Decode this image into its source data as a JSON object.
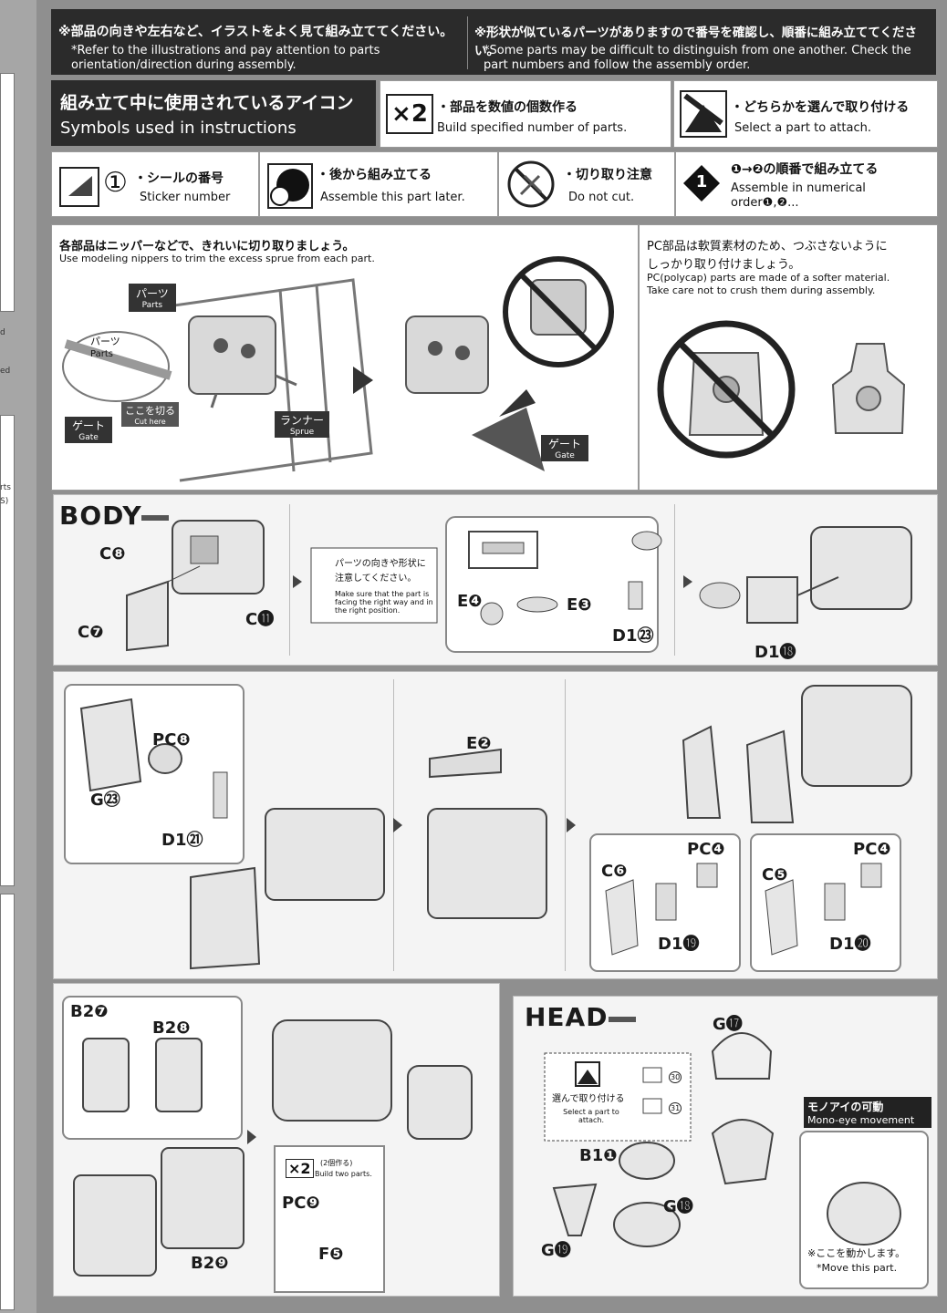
{
  "header": {
    "left_jp": "※部品の向きや左右など、イラストをよく見て組み立ててください。",
    "left_en": "*Refer to the illustrations and pay attention to parts orientation/direction during assembly.",
    "right_jp": "※形状が似ているパーツがありますので番号を確認し、順番に組み立ててください。",
    "right_en": "*Some parts may be difficult to distinguish from one another. Check the part numbers and follow the assembly order."
  },
  "symbols": {
    "title_jp": "組み立て中に使用されているアイコン",
    "title_en": "Symbols used in instructions",
    "x2_icon": "×2",
    "x2_jp": "・部品を数値の個数作る",
    "x2_en": "Build specified number of parts.",
    "select_jp": "・どちらかを選んで取り付ける",
    "select_en": "Select a part to attach.",
    "sticker_num": "①",
    "sticker_jp": "・シールの番号",
    "sticker_en": "Sticker number",
    "later_jp": "・後から組み立てる",
    "later_en": "Assemble this part later.",
    "nocut_jp": "・切り取り注意",
    "nocut_en": "Do not cut.",
    "order_num": "1",
    "order_jp": "❶→❷の順番で組み立てる",
    "order_en": "Assemble in numerical order❶,❷..."
  },
  "nipper": {
    "jp": "各部品はニッパーなどで、きれいに切り取りましょう。",
    "en": "Use modeling nippers to trim the excess sprue from each part.",
    "parts_jp": "パーツ",
    "parts_en": "Parts",
    "parts2_jp": "パーツ",
    "parts2_en": "Parts",
    "cut_jp": "ここを切る",
    "cut_en": "Cut here",
    "gate_jp": "ゲート",
    "gate_en": "Gate",
    "runner_jp": "ランナー",
    "runner_en": "Sprue",
    "gate2_jp": "ゲート",
    "gate2_en": "Gate"
  },
  "pc": {
    "jp1": "PC部品は軟質素材のため、つぶさないように",
    "jp2": "しっかり取り付けましょう。",
    "en1": "PC(polycap) parts are made of a softer material.",
    "en2": "Take care not to crush them during assembly."
  },
  "body": {
    "title": "BODY",
    "c8": "C❽",
    "c7": "C❼",
    "c11": "C⓫",
    "note_jp1": "パーツの向きや形状に",
    "note_jp2": "注意してください。",
    "note_en": "Make sure that the part is facing the right way and in the right position.",
    "e4": "E❹",
    "e3": "E❸",
    "d123": "D1㉓",
    "d118": "D1⓲",
    "pc8": "PC❽",
    "g23": "G㉓",
    "d121": "D1㉑",
    "e2": "E❷",
    "pc4a": "PC❹",
    "pc4b": "PC❹",
    "c6": "C❻",
    "c5": "C❺",
    "d119": "D1⓳",
    "d120": "D1⓴",
    "b27": "B2❼",
    "b28": "B2❽",
    "b29": "B2❾",
    "x2": "×2",
    "x2_jp": "(2個作る)",
    "x2_en": "Build two parts.",
    "pc9": "PC❾",
    "f5": "F❺"
  },
  "head": {
    "title": "HEAD",
    "g17": "G⓱",
    "select_jp": "選んで取り付ける",
    "select_en": "Select a part to attach.",
    "s30": "30",
    "s31": "31",
    "b11": "B1❶",
    "g18": "G⓲",
    "g19": "G⓳",
    "mono_jp": "モノアイの可動",
    "mono_en": "Mono-eye movement",
    "move_jp": "※ここを動かします。",
    "move_en": "*Move this part."
  },
  "leftstrip": {
    "t1": "d",
    "t2": "ed",
    "t3": "rts",
    "t4": "S)"
  }
}
